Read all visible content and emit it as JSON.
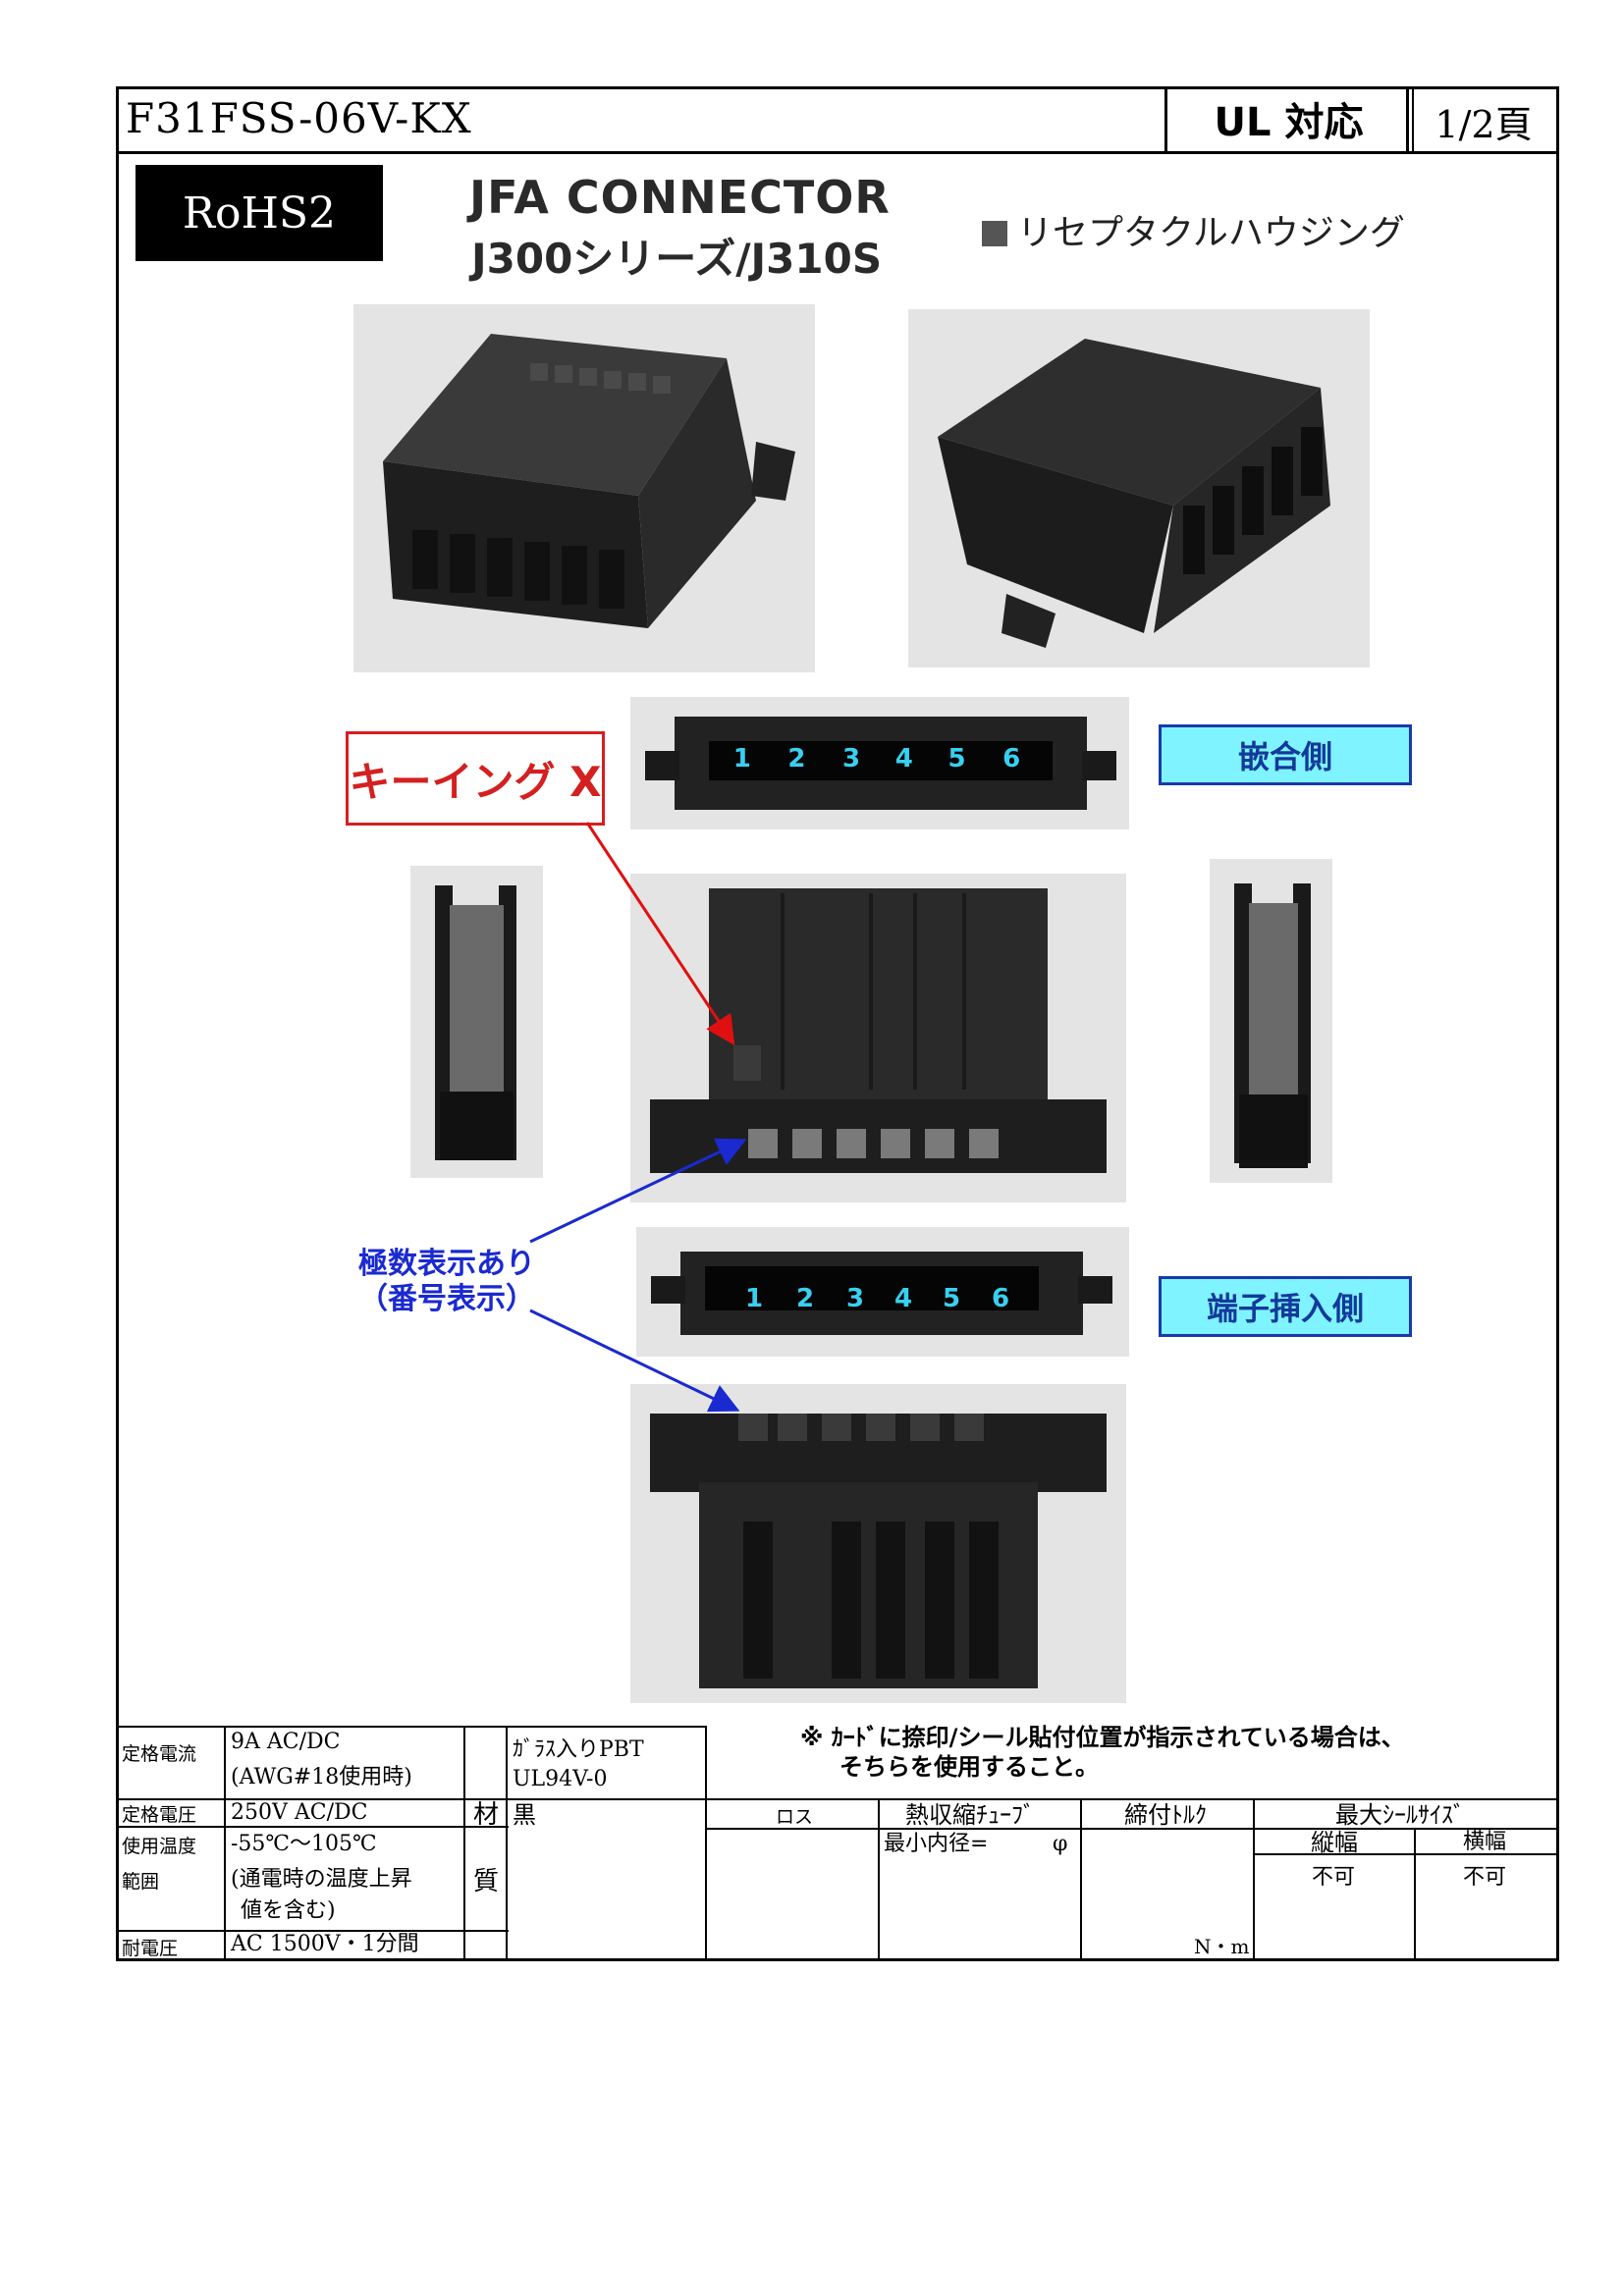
{
  "header": {
    "part_number": "F31FSS-06V-KX",
    "ul_label": "UL 対応",
    "page": "1/2頁"
  },
  "title_block": {
    "rohs": "RoHS2",
    "brand_line1": "JFA CONNECTOR",
    "brand_line2": "J300シリーズ/J310S",
    "product": "リセプタクルハウジング"
  },
  "labels": {
    "mating_side": "嵌合側",
    "terminal_side": "端子挿入側",
    "keying": "キーイング X",
    "pole_marking_line1": "極数表示あり",
    "pole_marking_line2": "（番号表示）"
  },
  "pin_numbers": [
    "1",
    "2",
    "3",
    "4",
    "5",
    "6"
  ],
  "spec": {
    "rated_current_label": "定格電流",
    "rated_current_value1": "9A AC/DC",
    "rated_current_value2": "(AWG#18使用時)",
    "rated_voltage_label": "定格電圧",
    "rated_voltage_value": "250V AC/DC",
    "temp_label1": "使用温度",
    "temp_label2": "範囲",
    "temp_value1": "-55℃～105℃",
    "temp_value2": "(通電時の温度上昇",
    "temp_value3": "値を含む)",
    "withstand_label": "耐電圧",
    "withstand_value": "AC 1500V・1分間",
    "material_label1": "材",
    "material_label2": "質",
    "material_value1": "ｶﾞﾗｽ入りPBT",
    "material_value2": "UL94V-0",
    "material_color": "黒"
  },
  "note": {
    "line1": "※ ｶｰﾄﾞに捺印/シール貼付位置が指示されている場合は、",
    "line2": "そちらを使用すること。"
  },
  "options_table": {
    "col_loss": "ロス",
    "col_shrink": "熱収縮ﾁｭｰﾌﾞ",
    "col_torque": "締付ﾄﾙｸ",
    "col_seal": "最大ｼｰﾙｻｲｽﾞ",
    "seal_vertical": "縦幅",
    "seal_horizontal": "横幅",
    "min_inner_diameter": "最小内径=",
    "phi": "φ",
    "vertical_value": "不可",
    "horizontal_value": "不可",
    "torque_unit": "N・m"
  },
  "colors": {
    "cyan_label": "#7ff3ff",
    "keying_red": "#d42020",
    "callout_blue": "#1a2ad0",
    "pin_cyan": "#39d0f0"
  }
}
